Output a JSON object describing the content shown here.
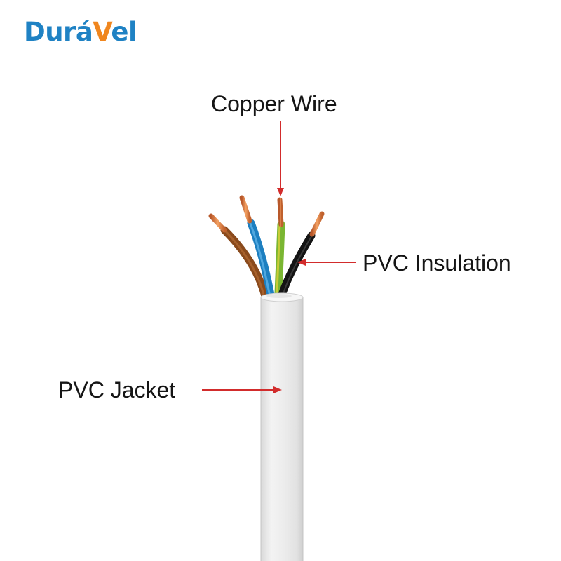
{
  "brand": {
    "part1": "Dur",
    "part2": "á",
    "part3": "V",
    "part4": "el"
  },
  "labels": {
    "copper_wire": "Copper Wire",
    "pvc_insulation": "PVC Insulation",
    "pvc_jacket": "PVC Jacket"
  },
  "colors": {
    "brand_blue": "#1f82c4",
    "brand_orange": "#f0861e",
    "arrow_red": "#d22c2c",
    "jacket_white": "#ececec",
    "wire_brown": "#8a4a1c",
    "wire_blue": "#1d7fc0",
    "wire_green_yellow": "#7ab632",
    "wire_black": "#141414",
    "copper": "#d9793a"
  }
}
